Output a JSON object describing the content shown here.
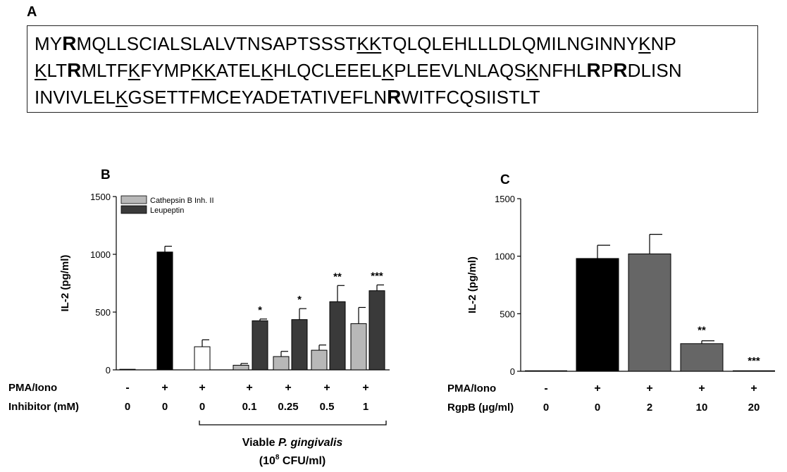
{
  "panel_a": {
    "letter": "A",
    "sequence_lines": [
      [
        [
          "MY",
          ""
        ],
        [
          "R",
          "r"
        ],
        [
          "MQLLSCIALSLALVTNSAPTSSST",
          ""
        ],
        [
          "KK",
          "k"
        ],
        [
          "TQLQLEHLLLDLQMILNGINNY",
          ""
        ],
        [
          "K",
          "k"
        ],
        [
          "NP",
          ""
        ]
      ],
      [
        [
          "K",
          "k"
        ],
        [
          "LT",
          ""
        ],
        [
          "R",
          "r"
        ],
        [
          "MLTF",
          ""
        ],
        [
          "K",
          "k"
        ],
        [
          "FYMP",
          ""
        ],
        [
          "KK",
          "k"
        ],
        [
          "ATEL",
          ""
        ],
        [
          "K",
          "k"
        ],
        [
          "HLQCLEEEL",
          ""
        ],
        [
          "K",
          "k"
        ],
        [
          "PLEEVLNLAQS",
          ""
        ],
        [
          "K",
          "k"
        ],
        [
          "NFHL",
          ""
        ],
        [
          "R",
          "r"
        ],
        [
          "P",
          ""
        ],
        [
          "R",
          "r"
        ],
        [
          "DLISN",
          ""
        ]
      ],
      [
        [
          "INVIVLEL",
          ""
        ],
        [
          "K",
          "k"
        ],
        [
          "GSETTFMCEYADETATIVEFLN",
          ""
        ],
        [
          "R",
          "r"
        ],
        [
          "WITFCQSIISTLT",
          ""
        ]
      ]
    ]
  },
  "chart_data": [
    {
      "panel": "B",
      "type": "bar",
      "ylabel": "IL-2 (pg/ml)",
      "ylim": [
        0,
        1500
      ],
      "yticks": [
        0,
        500,
        1000,
        1500
      ],
      "legend": {
        "placement": "top-left",
        "entries": [
          {
            "name": "Cathepsin B Inh. II",
            "color": "#b8b8b8"
          },
          {
            "name": "Leupeptin",
            "color": "#3a3a3a"
          }
        ]
      },
      "bars": [
        {
          "group": 0,
          "fill": "#ffffff",
          "value": 5,
          "error": 0,
          "sig": ""
        },
        {
          "group": 1,
          "fill": "#000000",
          "value": 1020,
          "error": 50,
          "sig": ""
        },
        {
          "group": 2,
          "fill": "#ffffff",
          "value": 200,
          "error": 60,
          "sig": ""
        },
        {
          "group": 3,
          "fill": "#b8b8b8",
          "value": 40,
          "error": 15,
          "sig": ""
        },
        {
          "group": 3,
          "fill": "#3a3a3a",
          "value": 425,
          "error": 15,
          "sig": "*"
        },
        {
          "group": 4,
          "fill": "#b8b8b8",
          "value": 115,
          "error": 45,
          "sig": ""
        },
        {
          "group": 4,
          "fill": "#3a3a3a",
          "value": 435,
          "error": 95,
          "sig": "*"
        },
        {
          "group": 5,
          "fill": "#b8b8b8",
          "value": 170,
          "error": 45,
          "sig": ""
        },
        {
          "group": 5,
          "fill": "#3a3a3a",
          "value": 590,
          "error": 140,
          "sig": "**"
        },
        {
          "group": 6,
          "fill": "#b8b8b8",
          "value": 400,
          "error": 140,
          "sig": ""
        },
        {
          "group": 6,
          "fill": "#3a3a3a",
          "value": 685,
          "error": 50,
          "sig": "***"
        }
      ],
      "row_labels": [
        "PMA/Iono",
        "Inhibitor (mM)"
      ],
      "pma_row": [
        "-",
        "+",
        "+",
        "+",
        "+",
        "+",
        "+"
      ],
      "inhibitor_row": [
        "0",
        "0",
        "0",
        "0.1",
        "0.25",
        "0.5",
        "1"
      ],
      "bracket_label_1": "Viable",
      "bracket_label_italic": "P. gingivalis",
      "bracket_label_2a": "(10",
      "bracket_label_sup": "8",
      "bracket_label_2b": " CFU/ml)"
    },
    {
      "panel": "C",
      "type": "bar",
      "ylabel": "IL-2 (pg/ml)",
      "ylim": [
        0,
        1500
      ],
      "yticks": [
        0,
        500,
        1000,
        1500
      ],
      "bars": [
        {
          "group": 0,
          "fill": "#ffffff",
          "value": 0,
          "error": 0,
          "sig": ""
        },
        {
          "group": 1,
          "fill": "#000000",
          "value": 980,
          "error": 115,
          "sig": ""
        },
        {
          "group": 2,
          "fill": "#666666",
          "value": 1020,
          "error": 170,
          "sig": ""
        },
        {
          "group": 3,
          "fill": "#666666",
          "value": 240,
          "error": 25,
          "sig": "**"
        },
        {
          "group": 4,
          "fill": "#666666",
          "value": 0,
          "error": 0,
          "sig": "***"
        }
      ],
      "row_labels": [
        "PMA/Iono",
        "RgpB (μg/ml)"
      ],
      "pma_row": [
        "-",
        "+",
        "+",
        "+",
        "+"
      ],
      "rgpb_row": [
        "0",
        "0",
        "2",
        "10",
        "20"
      ]
    }
  ]
}
